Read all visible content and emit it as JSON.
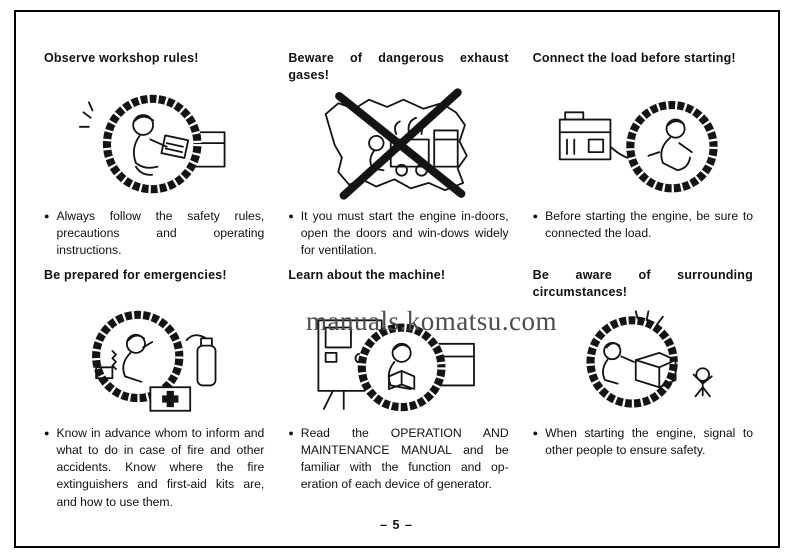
{
  "page": {
    "number_label": "– 5 –",
    "watermark": "manuals.komatsu.com"
  },
  "glyphs": {
    "bullet": "●"
  },
  "panels": [
    {
      "title": "Observe workshop rules!",
      "bullet": "Always follow the safety rules, precautions and operating instructions."
    },
    {
      "title": "Beware of dangerous exhaust gases!",
      "bullet": "It you must start the engine in-doors, open the doors and win-dows widely for ventilation."
    },
    {
      "title": "Connect the load before starting!",
      "bullet": "Before starting the engine, be sure to connected the load."
    },
    {
      "title": "Be prepared for emergencies!",
      "bullet": "Know in advance whom to inform and what to do in case of fire and other accidents. Know where the fire extinguishers and first-aid kits are, and how to use them."
    },
    {
      "title": "Learn about the machine!",
      "bullet": "Read the OPERATION AND MAINTENANCE MANUAL and be familiar with the function and op-eration of each device of generator."
    },
    {
      "title": "Be aware of surrounding circumstances!",
      "bullet": "When starting the engine, signal to other people to ensure safety."
    }
  ]
}
